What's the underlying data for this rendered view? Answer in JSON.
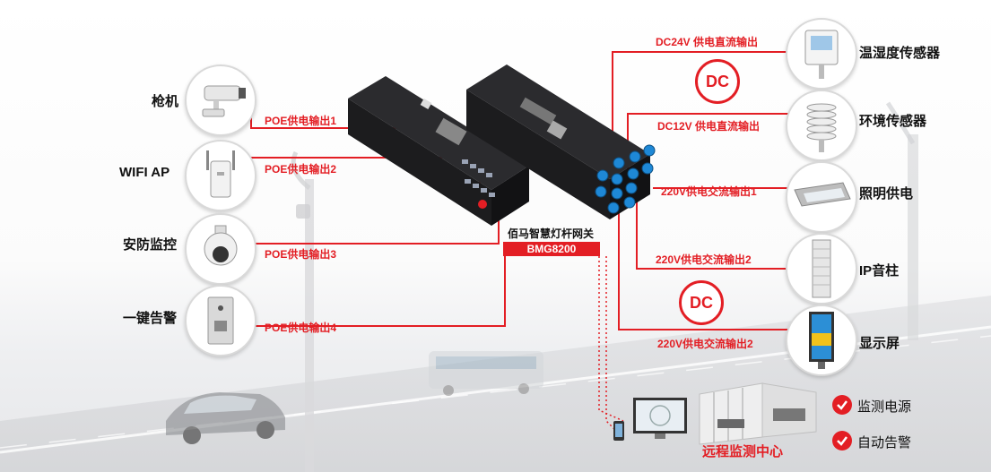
{
  "left_devices": [
    {
      "label": "枪机",
      "icon": "bullet-camera-icon",
      "poe_label": "POE供电输出1"
    },
    {
      "label": "WIFI AP",
      "icon": "wifi-ap-icon",
      "poe_label": "POE供电输出2"
    },
    {
      "label": "安防监控",
      "icon": "dome-camera-icon",
      "poe_label": "POE供电输出3"
    },
    {
      "label": "一键告警",
      "icon": "alarm-button-icon",
      "poe_label": "POE供电输出4"
    }
  ],
  "gateway": {
    "title": "佰马智慧灯杆网关",
    "model": "BMG8200"
  },
  "right_devices": [
    {
      "label": "温湿度传感器",
      "icon": "temp-humidity-sensor-icon",
      "power_label": "DC24V 供电直流输出"
    },
    {
      "label": "环境传感器",
      "icon": "environment-sensor-icon",
      "power_label": "DC12V 供电直流输出"
    },
    {
      "label": "照明供电",
      "icon": "street-lamp-icon",
      "power_label": "220V供电交流输出1"
    },
    {
      "label": "IP音柱",
      "icon": "column-speaker-icon",
      "power_label": "220V供电交流输出2"
    },
    {
      "label": "显示屏",
      "icon": "display-screen-icon",
      "power_label": "220V供电交流输出2"
    }
  ],
  "dc_badges": [
    "DC",
    "DC"
  ],
  "monitor_center": {
    "label": "远程监测中心",
    "features": [
      {
        "label": "监测电源",
        "icon": "check-icon"
      },
      {
        "label": "自动告警",
        "icon": "check-icon"
      }
    ]
  },
  "colors": {
    "accent": "#e31e24",
    "device_body": "#1c1c1e"
  }
}
